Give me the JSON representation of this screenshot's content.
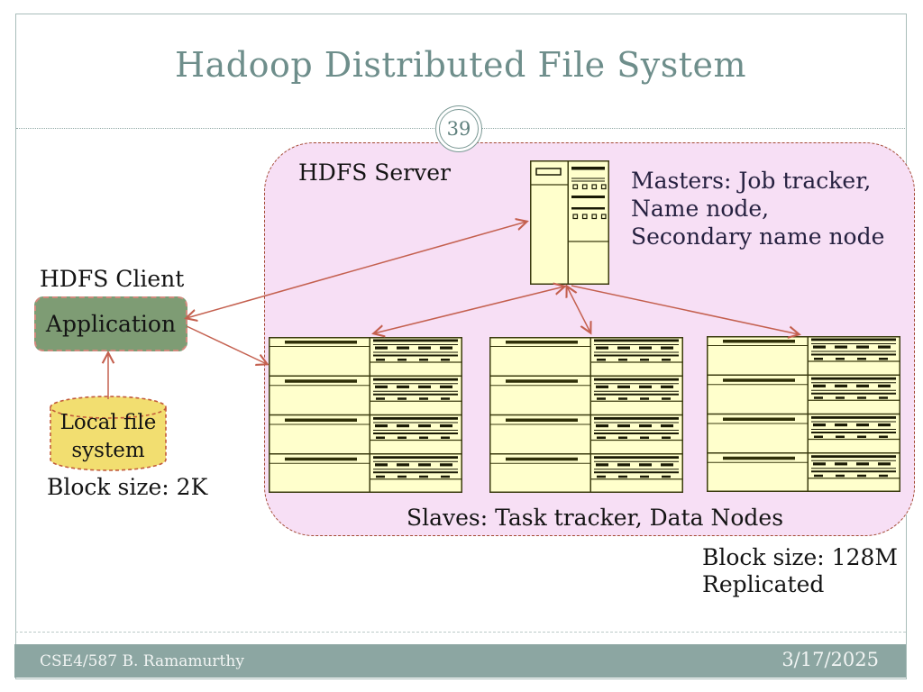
{
  "slide": {
    "title": "Hadoop Distributed File System",
    "slide_number": "39",
    "footer": {
      "left": "CSE4/587 B. Ramamurthy",
      "right": "3/17/2025"
    }
  },
  "diagram": {
    "hdfs_server_label": "HDFS Server",
    "masters_lines": [
      "Masters: Job tracker,",
      "Name node,",
      "Secondary name node"
    ],
    "hdfs_client_label": "HDFS Client",
    "application_label": "Application",
    "local_fs_lines": [
      "Local file",
      "system"
    ],
    "client_block_size": "Block size: 2K",
    "slaves_label": "Slaves: Task tracker, Data Nodes",
    "slave_block_lines": [
      "Block size: 128M",
      "Replicated"
    ],
    "icons": {
      "master_server": "server-tower-icon",
      "data_node_rack": "data-node-rack-icon",
      "local_file_system": "database-cylinder-icon"
    },
    "colors": {
      "theme_teal": "#6E8E8B",
      "footer_bar": "#8CA6A2",
      "pink_fill": "#F7DFF5",
      "pink_border": "#A34A33",
      "node_fill": "#FFFFCC",
      "node_stroke": "#3B3B10",
      "application_fill": "#7E9C74",
      "cylinder_fill": "#F2DE70",
      "arrow": "#C4604F"
    }
  }
}
